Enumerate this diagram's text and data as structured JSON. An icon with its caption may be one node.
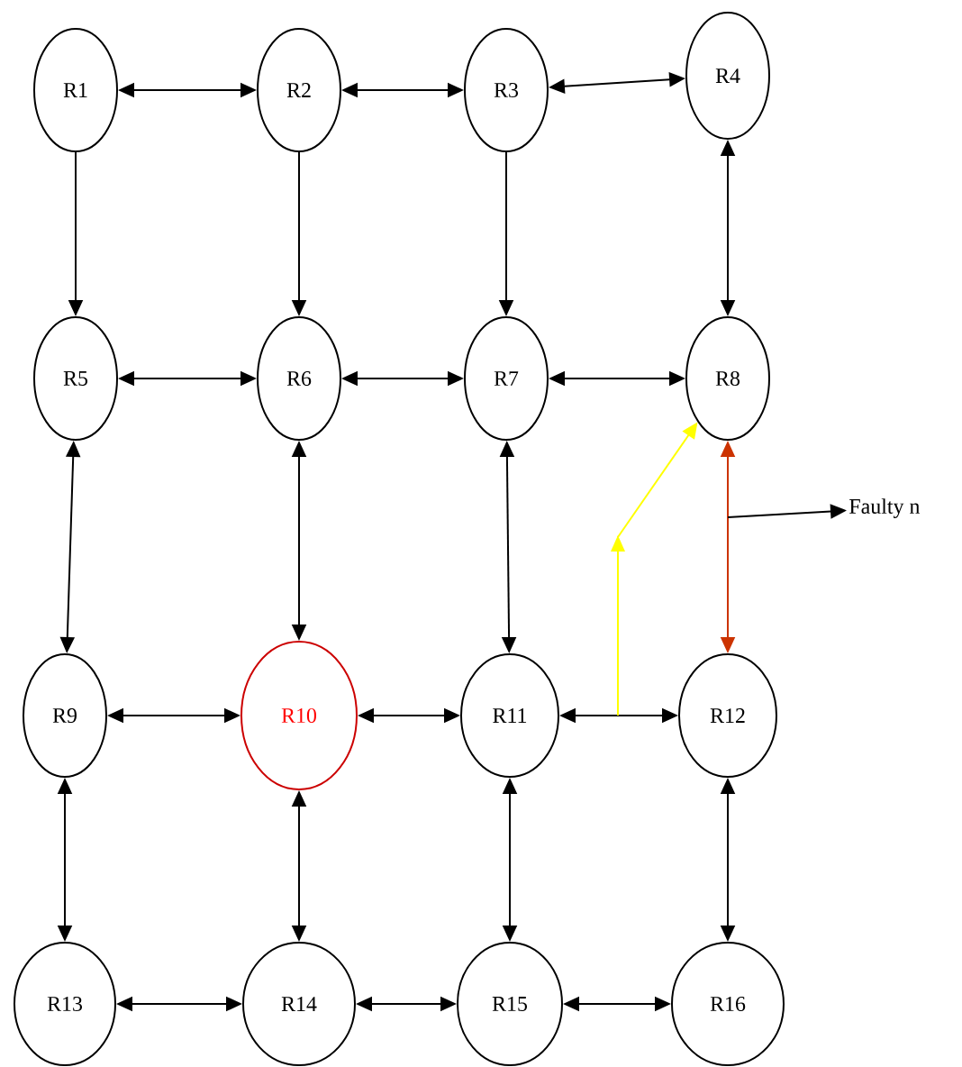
{
  "diagram": {
    "nodes": [
      {
        "text": [
          "R1"
        ]
      },
      {
        "text": [
          "R2"
        ]
      },
      {
        "text": [
          "R3"
        ]
      },
      {
        "text": [
          "R4"
        ]
      },
      {
        "text": [
          "R5"
        ]
      },
      {
        "text": [
          "R6"
        ]
      },
      {
        "text": [
          "R7"
        ]
      },
      {
        "text": [
          "R8"
        ]
      },
      {
        "text": [
          "R9"
        ]
      },
      {
        "text": [
          "R10"
        ]
      },
      {
        "text": [
          "R11"
        ]
      },
      {
        "text": [
          "R12"
        ]
      },
      {
        "text": [
          "R13"
        ]
      },
      {
        "text": [
          "R14"
        ]
      },
      {
        "text": [
          "R15"
        ]
      },
      {
        "text": [
          "R16"
        ]
      },
      {
        "text": [
          "Faulty n"
        ]
      }
    ],
    "edges": [
      {
        "from": 0,
        "to": 1,
        "arrow": "both"
      },
      {
        "from": 1,
        "to": 2,
        "arrow": "both"
      },
      {
        "from": 2,
        "to": 3,
        "arrow": "both"
      },
      {
        "from": 0,
        "to": 4,
        "arrow": "to"
      },
      {
        "from": 1,
        "to": 5,
        "arrow": "to"
      },
      {
        "from": 2,
        "to": 6,
        "arrow": "to"
      },
      {
        "from": 3,
        "to": 7,
        "arrow": "both"
      },
      {
        "from": 4,
        "to": 5,
        "arrow": "both"
      },
      {
        "from": 5,
        "to": 6,
        "arrow": "both"
      },
      {
        "from": 6,
        "to": 7,
        "arrow": "both"
      },
      {
        "from": 4,
        "to": 8,
        "arrow": "both"
      },
      {
        "from": 5,
        "to": 9,
        "arrow": "both"
      },
      {
        "from": 6,
        "to": 10,
        "arrow": "both"
      },
      {
        "from": 7,
        "to": 11,
        "arrow": "both",
        "color": "#cc3300"
      },
      {
        "from": 8,
        "to": 9,
        "arrow": "both"
      },
      {
        "from": 9,
        "to": 10,
        "arrow": "both"
      },
      {
        "from": 10,
        "to": 11,
        "arrow": "both"
      },
      {
        "from": null,
        "to": 7,
        "arrow": "to",
        "color": "#ffff00"
      },
      {
        "from": 8,
        "to": 12,
        "arrow": "both"
      },
      {
        "from": 9,
        "to": 13,
        "arrow": "both"
      },
      {
        "from": 10,
        "to": 14,
        "arrow": "both"
      },
      {
        "from": 11,
        "to": 15,
        "arrow": "both"
      },
      {
        "from": 12,
        "to": 13,
        "arrow": "both"
      },
      {
        "from": 13,
        "to": 14,
        "arrow": "both"
      },
      {
        "from": 14,
        "to": 15,
        "arrow": "both"
      },
      {
        "from": null,
        "to": 16,
        "arrow": "to"
      }
    ]
  }
}
